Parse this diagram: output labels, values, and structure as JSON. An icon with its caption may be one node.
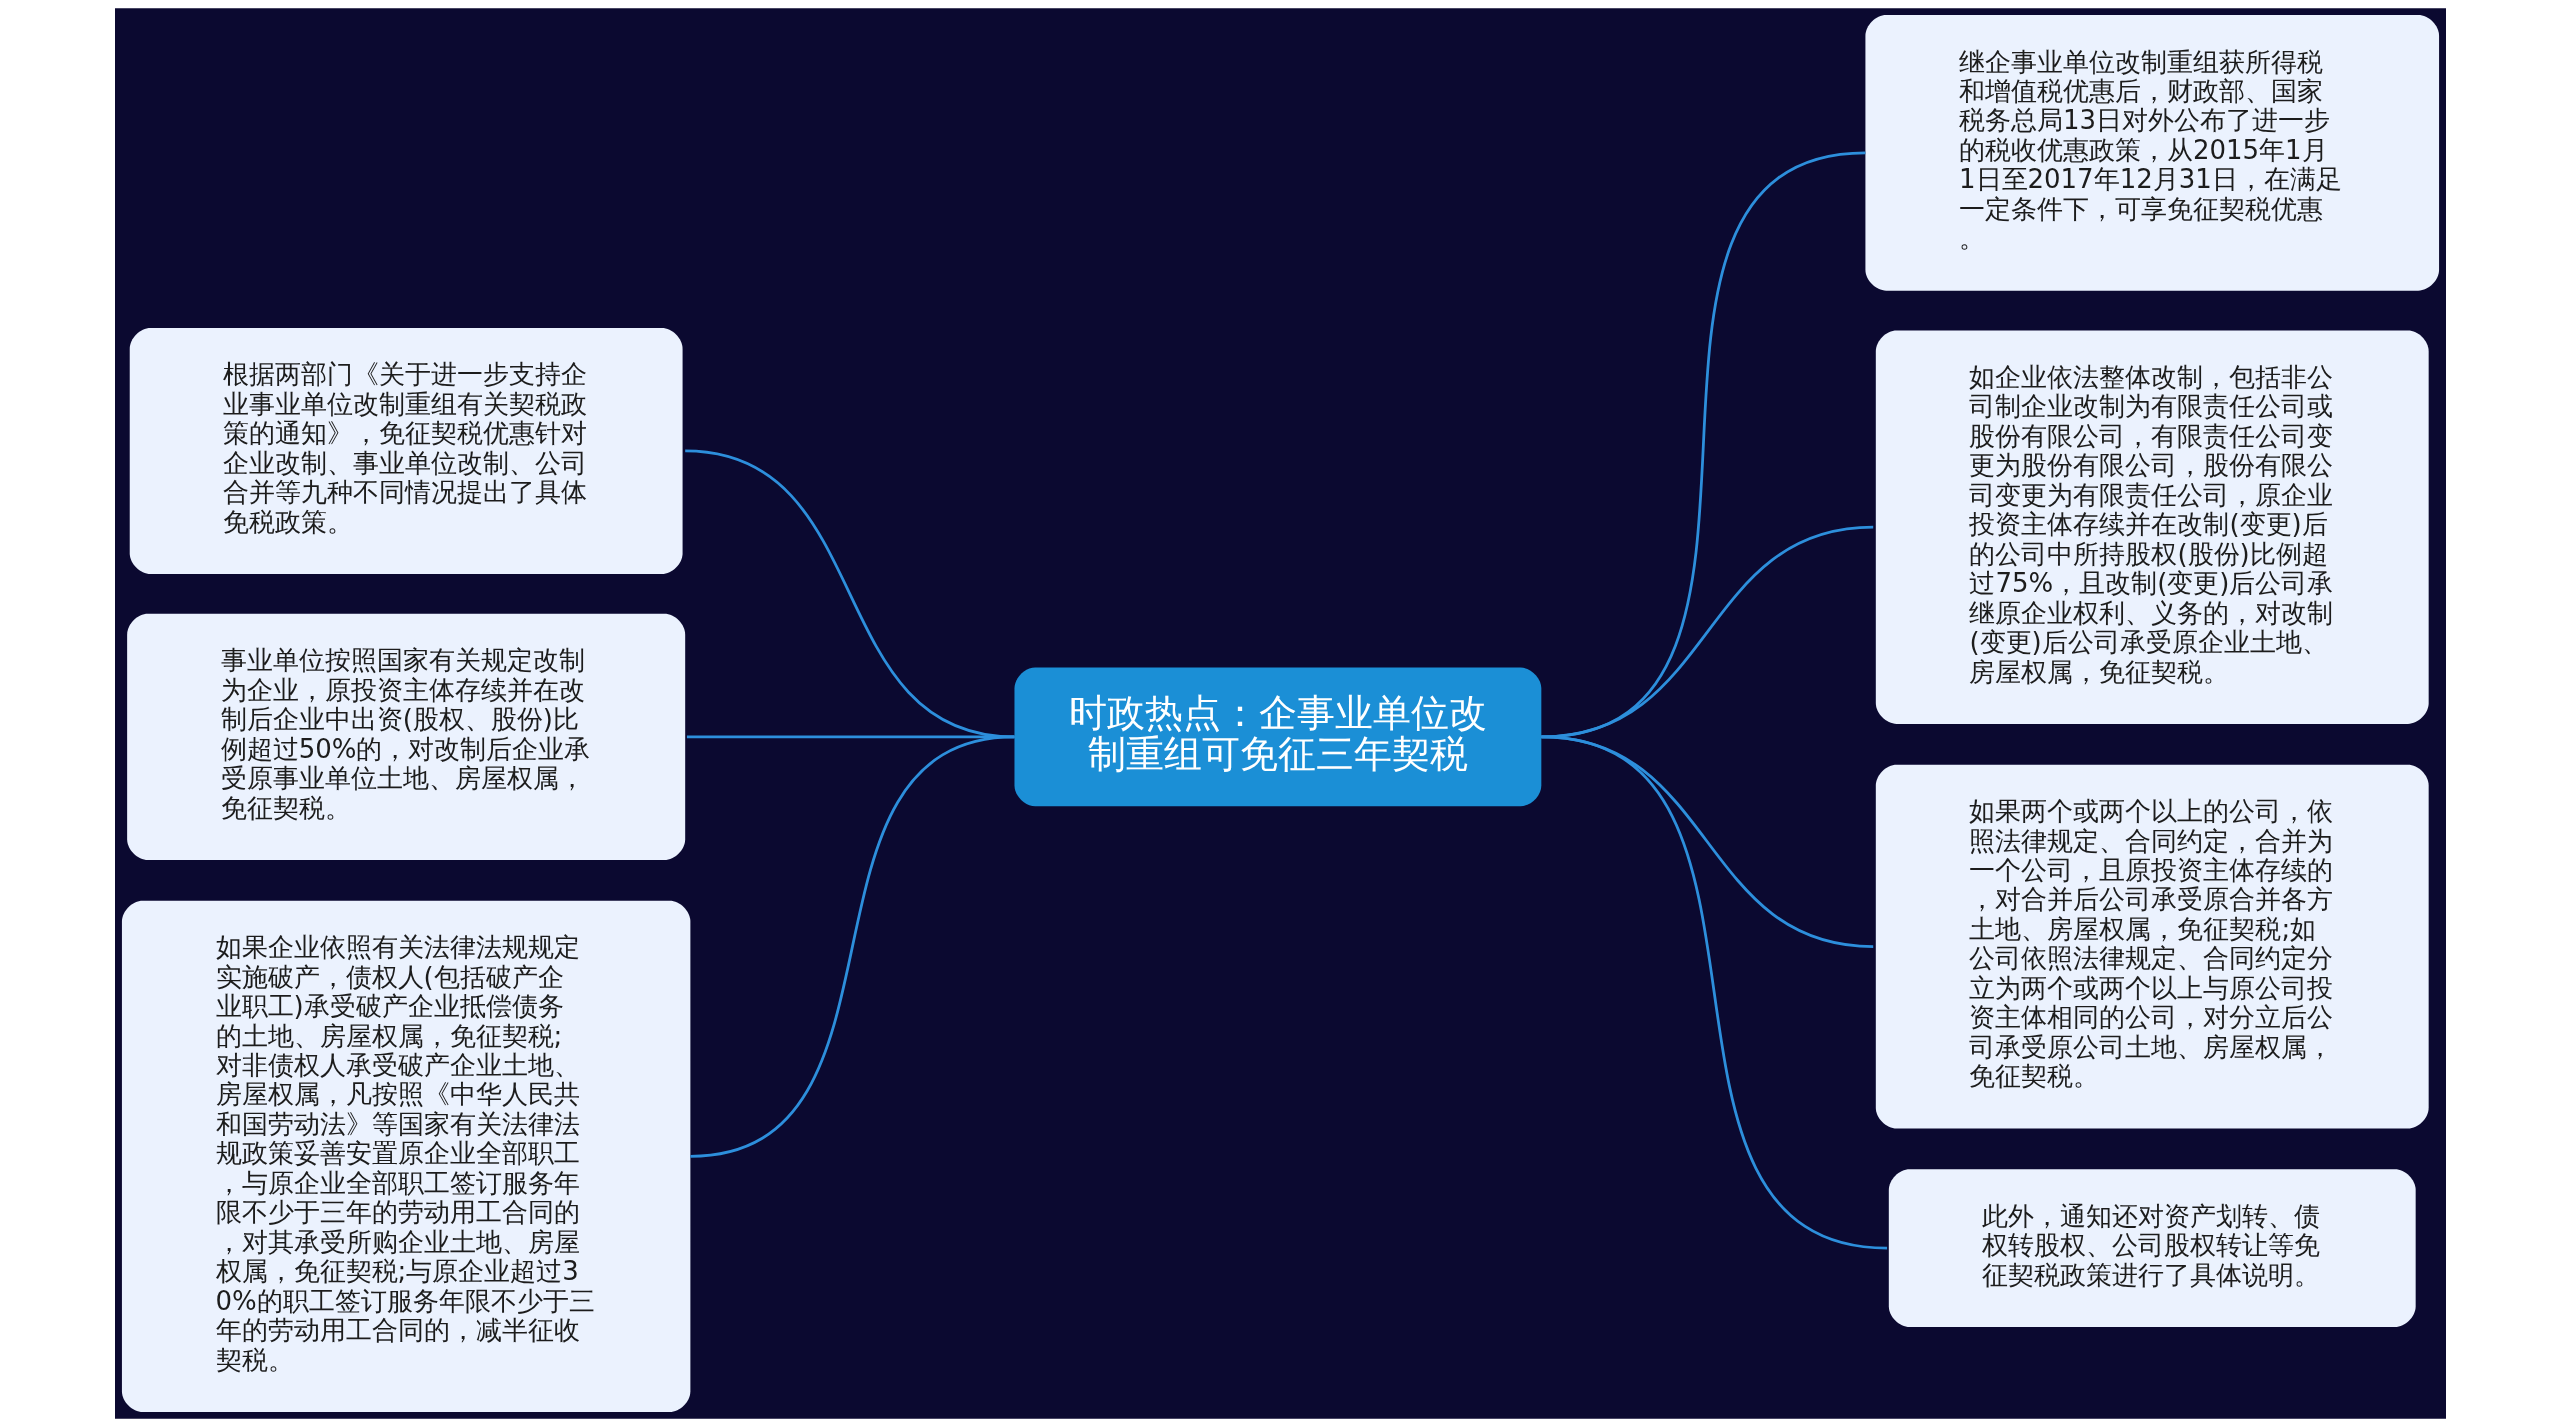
{
  "diagram": {
    "nodes": [
      {
        "text": [
          "时政热点：企事业单位改制重组可免征三年契税"
        ]
      },
      {
        "text": [
          "根据两部门《关于进一步支持企业事业单位改制重组有关契税政策的通知》，免征契税优惠针对企业改制、事业单位改制、公司合并等九种不同情况提出了具体免税政策。"
        ]
      },
      {
        "text": [
          "事业单位按照国家有关规定改制为企业，原投资主体存续并在改制后企业中出资(股权、股份)比例超过50%的，对改制后企业承受原事业单位土地、房屋权属，免征契税。"
        ]
      },
      {
        "text": [
          "如果企业依照有关法律法规规定实施破产，债权人(包括破产企业职工)承受破产企业抵偿债务的土地、房屋权属，免征契税;对非债权人承受破产企业土地、房屋权属，凡按照《中华人民共和国劳动法》等国家有关法律法规政策妥善安置原企业全部职工，与原企业全部职工签订服务年限不少于三年的劳动用工合同的，对其承受所购企业土地、房屋权属，免征契税;与原企业超过30%的职工签订服务年限不少于三年的劳动用工合同的，减半征收契税。"
        ]
      },
      {
        "text": [
          "继企事业单位改制重组获所得税和增值税优惠后，财政部、国家税务总局13日对外公布了进一步的税收优惠政策，从2015年1月1日至2017年12月31日，在满足一定条件下，可享免征契税优惠。"
        ]
      },
      {
        "text": [
          "如企业依法整体改制，包括非公司制企业改制为有限责任公司或股份有限公司，有限责任公司变更为股份有限公司，股份有限公司变更为有限责任公司，原企业投资主体存续并在改制(变更)后的公司中所持股权(股份)比例超过75%，且改制(变更)后公司承继原企业权利、义务的，对改制(变更)后公司承受原企业土地、房屋权属，免征契税。"
        ]
      },
      {
        "text": [
          "如果两个或两个以上的公司，依照法律规定、合同约定，合并为一个公司，且原投资主体存续的，对合并后公司承受原合并各方土地、房屋权属，免征契税;如公司依照法律规定、合同约定分立为两个或两个以上与原公司投资主体相同的公司，对分立后公司承受原公司土地、房屋权属，免征契税。"
        ]
      },
      {
        "text": [
          "此外，通知还对资产划转、债权转股权、公司股权转让等免征契税政策进行了具体说明。"
        ]
      }
    ],
    "edges": [
      {
        "from": 1,
        "to": 0,
        "arrow": "none"
      },
      {
        "from": 2,
        "to": 0,
        "arrow": "none"
      },
      {
        "from": 3,
        "to": 0,
        "arrow": "none"
      },
      {
        "from": 0,
        "to": 4,
        "arrow": "none"
      },
      {
        "from": 0,
        "to": 5,
        "arrow": "none"
      },
      {
        "from": 0,
        "to": 6,
        "arrow": "none"
      },
      {
        "from": 0,
        "to": 7,
        "arrow": "none"
      }
    ]
  }
}
